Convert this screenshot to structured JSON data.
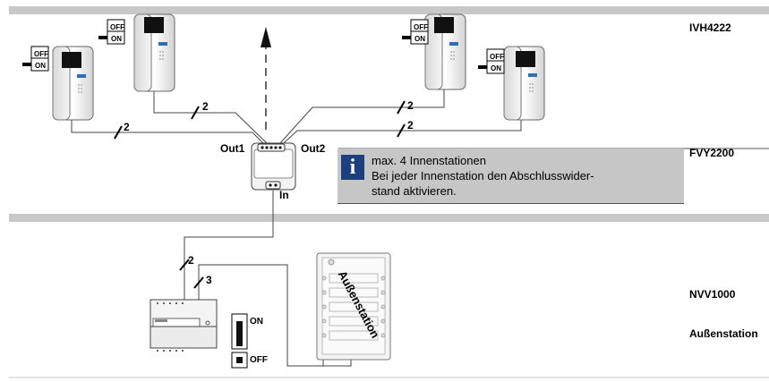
{
  "labels": {
    "ivh": "IVH4222",
    "fvy": "FVY2200",
    "nvv": "NVV1000",
    "aussen": "Außenstation",
    "out1": "Out1",
    "out2": "Out2",
    "in": "In"
  },
  "wire_counts": {
    "w1": "2",
    "w2": "2",
    "w3": "2",
    "w4": "2",
    "w5": "2",
    "w6": "3"
  },
  "switches": {
    "off": "OFF",
    "on": "ON"
  },
  "info": {
    "line1": "max. 4 Innenstationen",
    "line2": "Bei jeder Innenstation den Abschlusswider-",
    "line3": "stand aktivieren."
  },
  "door_station_label": "Außenstation",
  "colors": {
    "divider": "#c8c8c8",
    "info_box": "#c6c6c6",
    "info_icon": "#1c3f7f"
  }
}
